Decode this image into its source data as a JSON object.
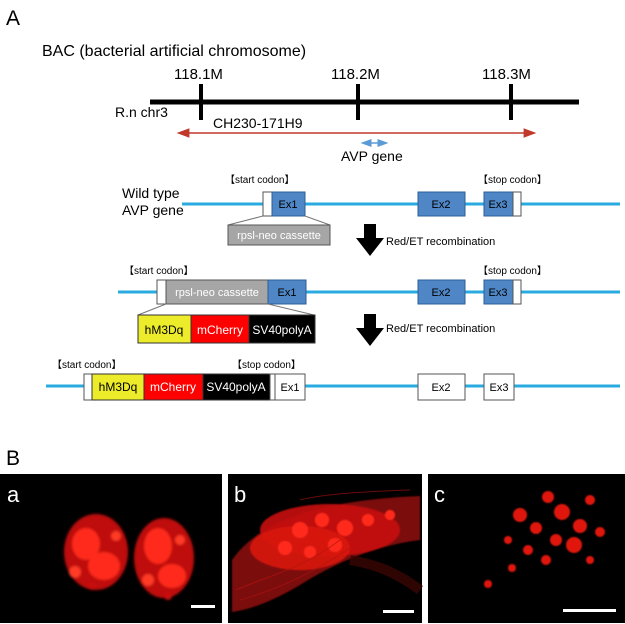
{
  "panel_a": {
    "label": "A",
    "bac_title": "BAC (bacterial artificial chromosome)",
    "chromosome": {
      "label": "R.n chr3",
      "ticks": [
        "118.1M",
        "118.2M",
        "118.3M"
      ],
      "bac_clone": "CH230-171H9",
      "gene_label": "AVP gene"
    },
    "wild_type": {
      "label_line1": "Wild type",
      "label_line2": "AVP gene",
      "start_codon": "【start codon】",
      "stop_codon": "【stop codon】",
      "exons": [
        "Ex1",
        "Ex2",
        "Ex3"
      ],
      "insert": "rpsl-neo cassette"
    },
    "step1": "Red/ET recombination",
    "intermediate": {
      "start_codon": "【start codon】",
      "stop_codon": "【stop codon】",
      "cassette": "rpsl-neo cassette",
      "exons": [
        "Ex1",
        "Ex2",
        "Ex3"
      ],
      "insert_parts": [
        "hM3Dq",
        "mCherry",
        "SV40polyA"
      ]
    },
    "step2": "Red/ET recombination",
    "final": {
      "start_codon": "【start codon】",
      "stop_codon": "【stop codon】",
      "parts": [
        "hM3Dq",
        "mCherry",
        "SV40polyA"
      ],
      "exons": [
        "Ex1",
        "Ex2",
        "Ex3"
      ]
    },
    "colors": {
      "exon_blue": "#4f86c6",
      "gene_line": "#29abe2",
      "bac_arrow": "#c0392b",
      "gene_arrow": "#5b9bd5",
      "hm3dq": "#ecec2a",
      "mcherry": "#ff0000",
      "sv40": "#000000",
      "cassette": "#a6a6a6"
    }
  },
  "panel_b": {
    "label": "B",
    "images": [
      {
        "label": "a",
        "content": "red fluorescent bilateral cell clusters"
      },
      {
        "label": "b",
        "content": "red fluorescent cell layer with fibers"
      },
      {
        "label": "c",
        "content": "sparse red fluorescent cells"
      }
    ]
  }
}
